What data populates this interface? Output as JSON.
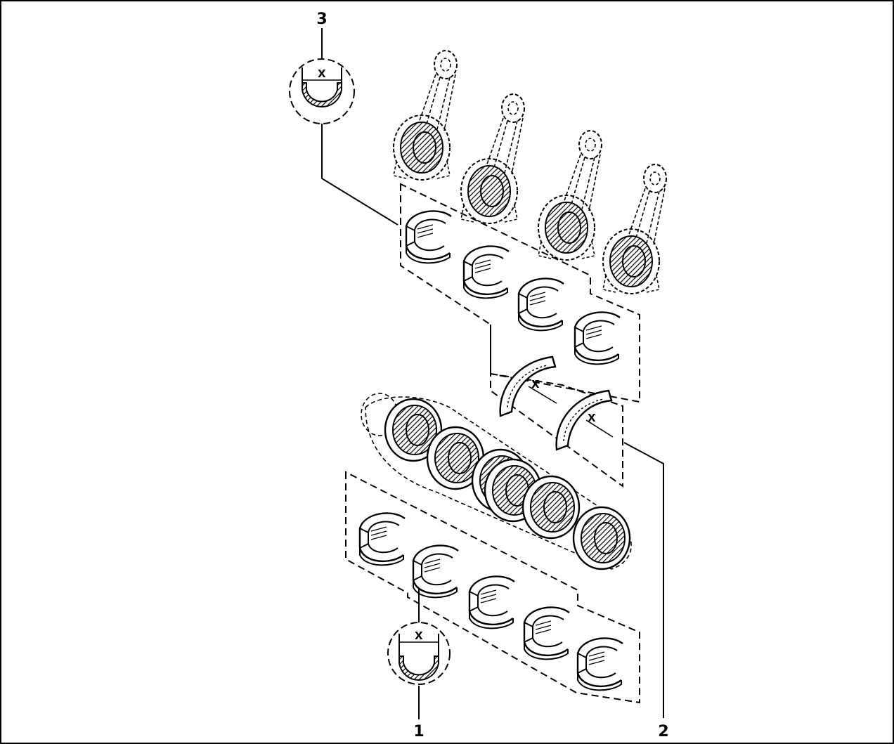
{
  "callouts": [
    {
      "number": "1"
    },
    {
      "number": "2"
    },
    {
      "number": "3"
    }
  ],
  "detail_views": [
    {
      "dimension_label": "X"
    },
    {
      "dimension_label": "X"
    }
  ],
  "thrust_washers": [
    {
      "dimension_label": "X"
    },
    {
      "dimension_label": "X"
    }
  ]
}
